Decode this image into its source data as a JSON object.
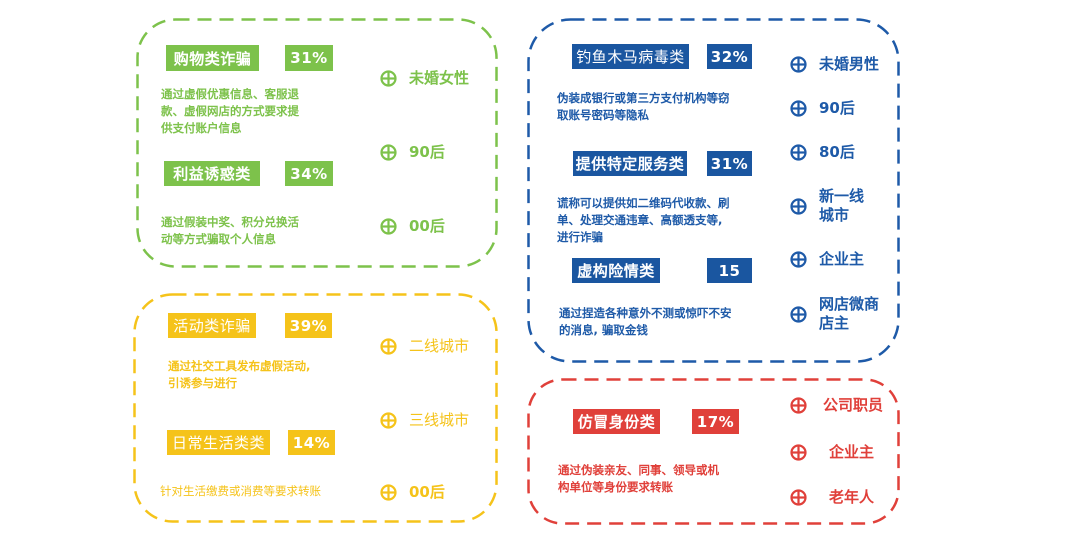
{
  "colors": {
    "green": "#7dc24b",
    "yellow": "#f5c31a",
    "blue": "#1e5aa8",
    "red": "#e0403a",
    "blue_tag": "#1a56a0"
  },
  "icon": "circle-plus-icon",
  "panels": {
    "green": {
      "categories": [
        {
          "name": "购物类诈骗",
          "percent": "31%",
          "description_lines": [
            "通过虚假优惠信息、客服退",
            "款、虚假网店的方式要求提",
            "供支付账户信息"
          ]
        },
        {
          "name": "利益诱惑类",
          "percent": "34%",
          "description_lines": [
            "通过假装中奖、积分兑换活",
            "动等方式骗取个人信息"
          ]
        }
      ],
      "targets": [
        "未婚女性",
        "90后",
        "00后"
      ]
    },
    "yellow": {
      "categories": [
        {
          "name": "活动类诈骗",
          "percent": "39%",
          "description_lines": [
            "通过社交工具发布虚假活动,",
            "引诱参与进行"
          ]
        },
        {
          "name": "日常生活类类",
          "percent": "14%",
          "description_lines": [
            "针对生活缴费或消费等要求转账"
          ]
        }
      ],
      "targets": [
        "二线城市",
        "三线城市",
        "00后"
      ]
    },
    "blue": {
      "categories": [
        {
          "name": "钓鱼木马病毒类",
          "percent": "32%",
          "description_lines": [
            "伪装成银行或第三方支付机构等窃",
            "取账号密码等隐私"
          ]
        },
        {
          "name": "提供特定服务类",
          "percent": "31%",
          "description_lines": [
            "谎称可以提供如二维码代收款、刷",
            "单、处理交通违章、高额透支等,",
            "进行诈骗"
          ]
        },
        {
          "name": "虚构险情类",
          "percent": "15",
          "description_lines": [
            "通过捏造各种意外不测或惊吓不安",
            "的消息, 骗取金钱"
          ]
        }
      ],
      "targets": [
        {
          "line1": "未婚男性",
          "line2": ""
        },
        {
          "line1": "90后",
          "line2": ""
        },
        {
          "line1": "80后",
          "line2": ""
        },
        {
          "line1": "新一线",
          "line2": "城市"
        },
        {
          "line1": "企业主",
          "line2": ""
        },
        {
          "line1": "网店微商",
          "line2": "店主"
        }
      ]
    },
    "red": {
      "categories": [
        {
          "name": "仿冒身份类",
          "percent": "17%",
          "description_lines": [
            "通过伪装亲友、同事、领导或机",
            "构单位等身份要求转账"
          ]
        }
      ],
      "targets": [
        "公司职员",
        "企业主",
        "老年人"
      ]
    }
  }
}
